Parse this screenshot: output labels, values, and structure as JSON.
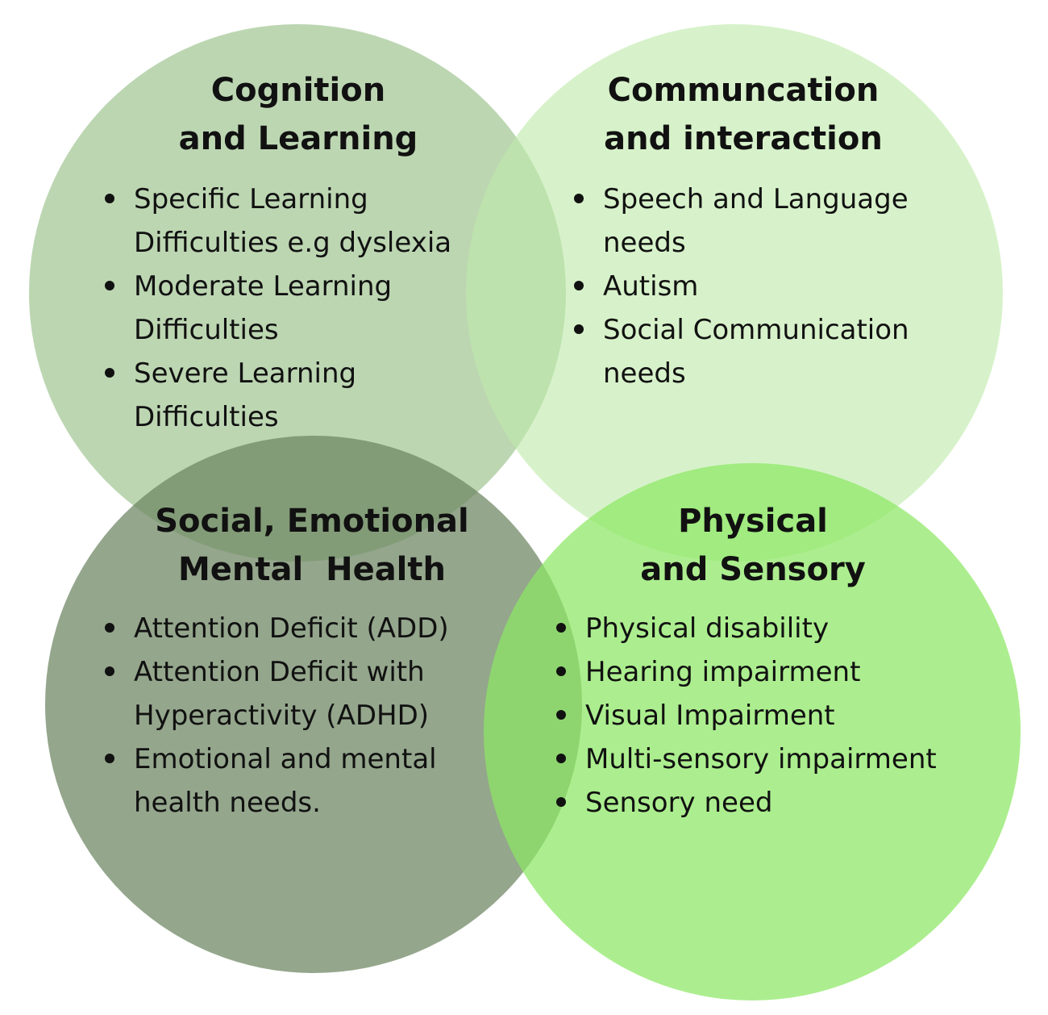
{
  "colors": {
    "cognition": "rgba(160, 196, 145, 0.70)",
    "communication": "rgba(190, 234, 170, 0.62)",
    "semh": "rgba(110, 135, 100, 0.74)",
    "physical": "rgba(140, 232, 100, 0.72)"
  },
  "cognition": {
    "title_lines": [
      "Cognition",
      "and Learning"
    ],
    "items": [
      {
        "lines": [
          "Specific Learning",
          "Difficulties e.g dyslexia"
        ]
      },
      {
        "lines": [
          "Moderate Learning",
          "Difficulties"
        ]
      },
      {
        "lines": [
          "Severe Learning",
          "Difficulties"
        ]
      }
    ]
  },
  "communication": {
    "title_lines": [
      "Communcation",
      "and interaction"
    ],
    "items": [
      {
        "lines": [
          "Speech and Language",
          "needs"
        ]
      },
      {
        "lines": [
          "Autism"
        ]
      },
      {
        "lines": [
          "Social Communication",
          "needs"
        ]
      }
    ]
  },
  "semh": {
    "title_lines": [
      "Social, Emotional",
      "Mental  Health"
    ],
    "items": [
      {
        "lines": [
          "Attention Deficit (ADD)"
        ]
      },
      {
        "lines": [
          "Attention Deficit with",
          "Hyperactivity (ADHD)"
        ]
      },
      {
        "lines": [
          "Emotional and mental",
          "health needs."
        ]
      }
    ]
  },
  "physical": {
    "title_lines": [
      "Physical",
      "and Sensory"
    ],
    "items": [
      {
        "lines": [
          "Physical disability"
        ]
      },
      {
        "lines": [
          "Hearing impairment"
        ]
      },
      {
        "lines": [
          "Visual Impairment"
        ]
      },
      {
        "lines": [
          "Multi-sensory impairment"
        ]
      },
      {
        "lines": [
          "Sensory need"
        ]
      }
    ]
  }
}
